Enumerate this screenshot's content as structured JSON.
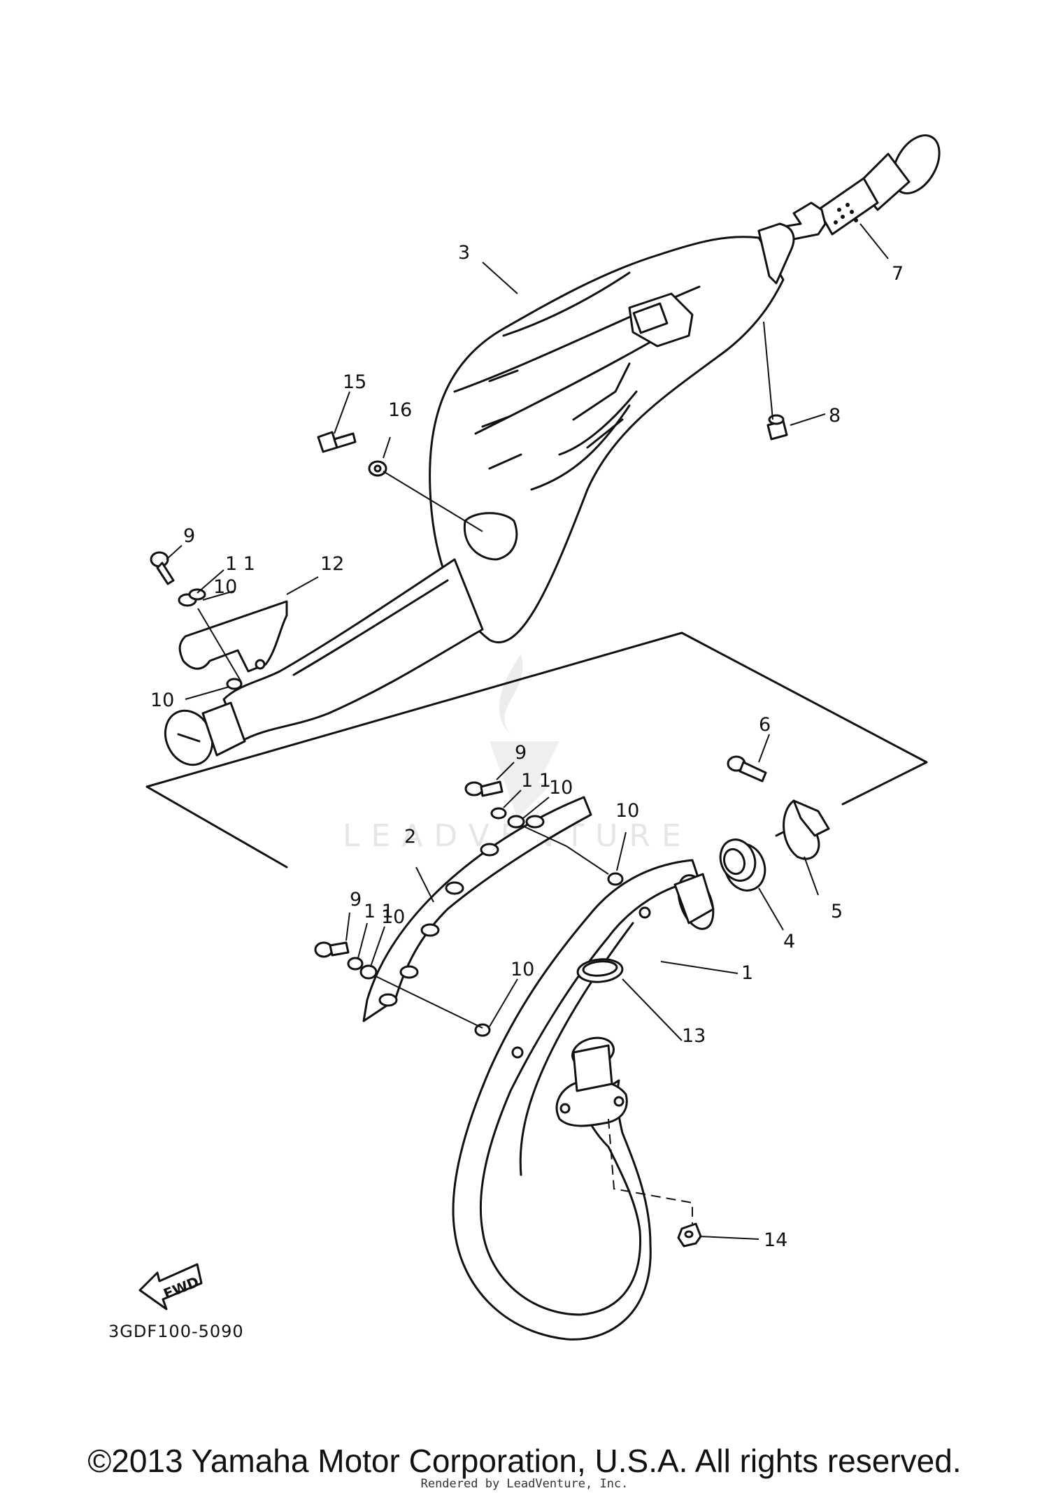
{
  "diagram": {
    "code": "3GDF100-5090",
    "fwd_label": "FWD",
    "watermark": "LEADVENTURE",
    "callouts": {
      "p1": "1",
      "p2": "2",
      "p3": "3",
      "p4": "4",
      "p5": "5",
      "p6": "6",
      "p7": "7",
      "p8": "8",
      "p9a": "9",
      "p9b": "9",
      "p9c": "9",
      "p10a": "10",
      "p10b": "10",
      "p10c": "10",
      "p10d": "10",
      "p10e": "10",
      "p10f": "10",
      "p11a": "1 1",
      "p11b": "1 1",
      "p11c": "1 1",
      "p12": "12",
      "p13": "13",
      "p14": "14",
      "p15": "15",
      "p16": "16"
    }
  },
  "footer": {
    "copyright": "©2013 Yamaha Motor Corporation, U.S.A. All rights reserved.",
    "rendered_by": "Rendered by LeadVenture, Inc."
  }
}
